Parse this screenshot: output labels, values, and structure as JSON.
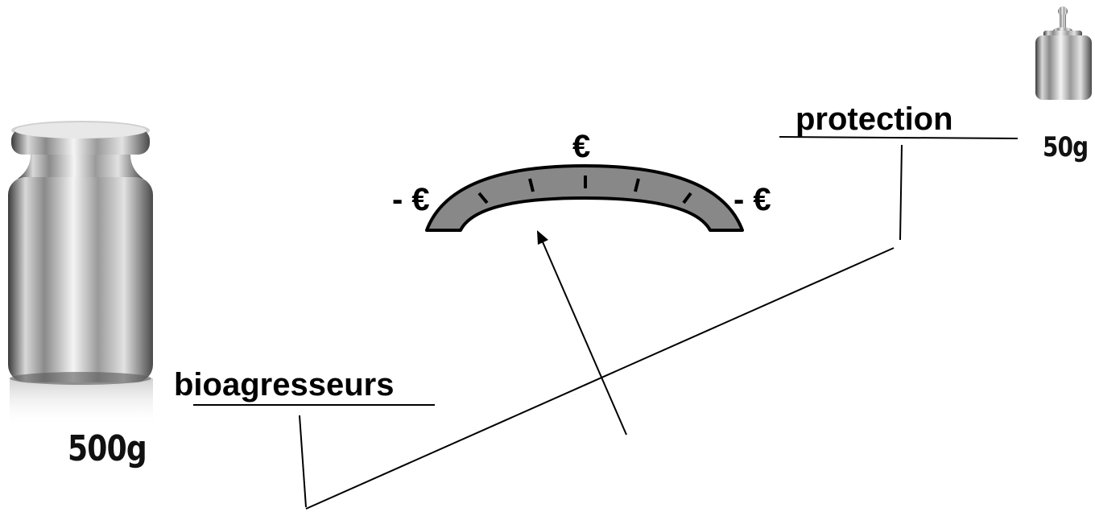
{
  "labels": {
    "protection": "protection",
    "bioagresseurs": "bioagresseurs",
    "euro_center": "€",
    "euro_left": "- €",
    "euro_right": "- €"
  },
  "weights": {
    "big": "500g",
    "small": "50g"
  },
  "colors": {
    "gauge_fill": "#888888",
    "gauge_stroke": "#000000",
    "line": "#000000"
  }
}
